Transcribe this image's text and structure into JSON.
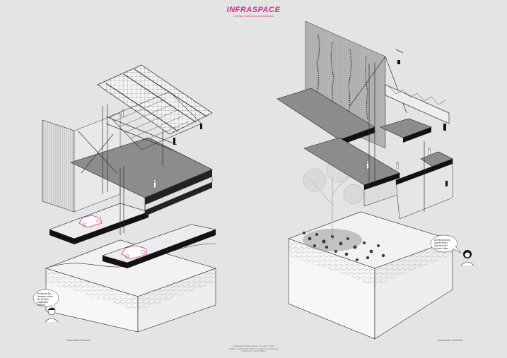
{
  "title": {
    "main": "INFRASPACE",
    "subtitle": "Leerraum wird zum Lebensraum"
  },
  "captions": {
    "left": "Ausschnitt Terasse",
    "right": "Ausschnitt Innenhof"
  },
  "speech_bubbles": {
    "left": [
      "Elemente der",
      "Terrasse sollen",
      "die Struktur",
      "zugänglich",
      "machen"
    ],
    "right": [
      "Die Begrünung",
      "schafft einen",
      "Innenhof der",
      "Urbane Natur"
    ]
  },
  "credits": [
    "Schlussarbeit Masterthesis, HS 2022 / 2023",
    "ZHAW Landschaftsarchitektur, Institut Raumplanung",
    "Dozierende: Sonja Müller"
  ],
  "colors": {
    "background": "#e4e4e4",
    "accent": "#d1308f",
    "line": "#1a1a1a",
    "fill_gray": "#8c8c8c",
    "fill_dark": "#111111"
  }
}
